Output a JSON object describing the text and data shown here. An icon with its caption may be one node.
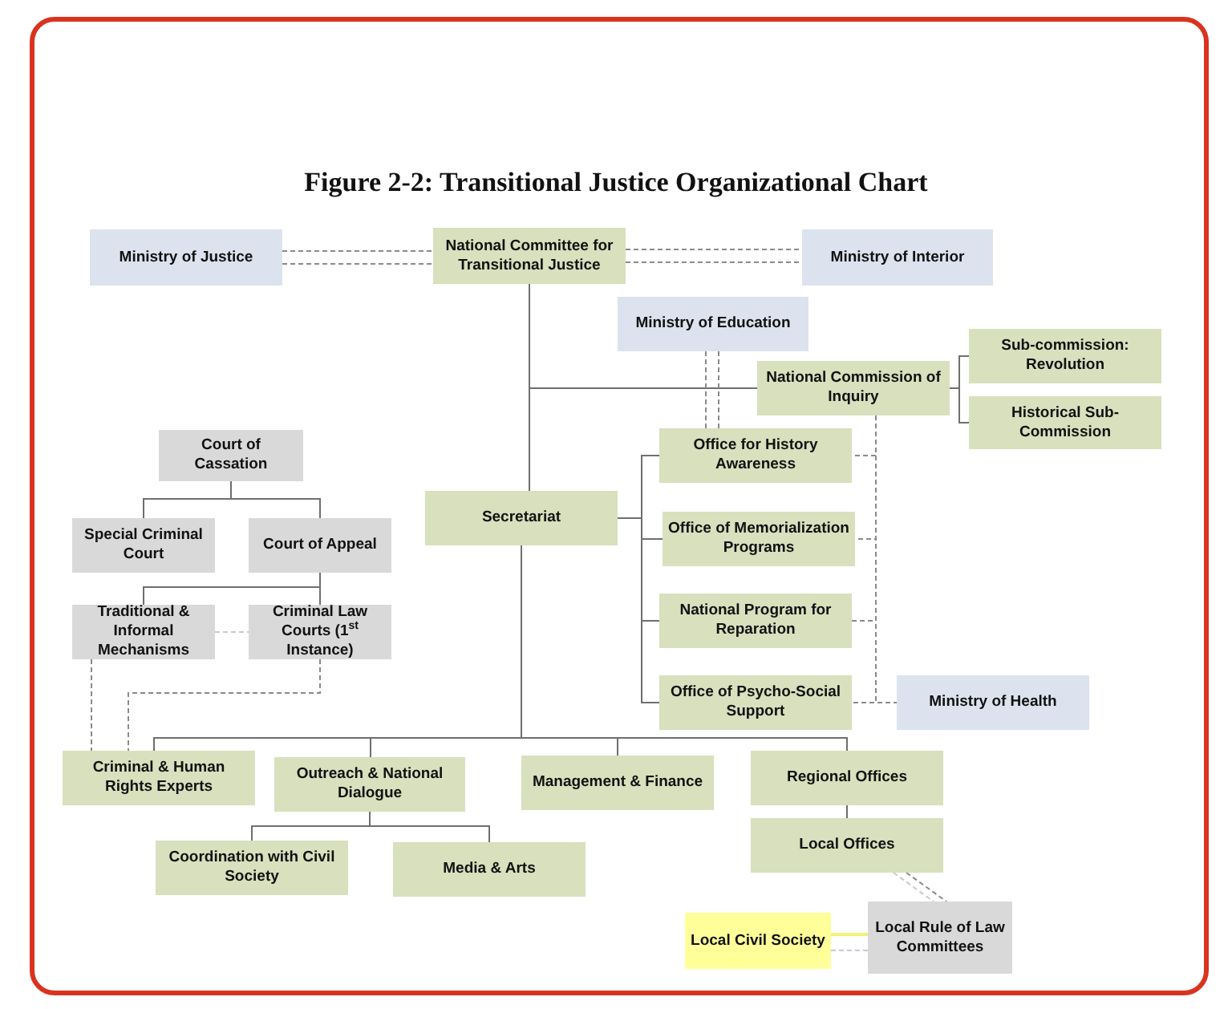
{
  "diagram": {
    "title": "Figure 2-2: Transitional Justice Organizational Chart",
    "nodes": [
      {
        "text": [
          "Ministry of Justice"
        ]
      },
      {
        "text": [
          "National Committee for Transitional Justice"
        ]
      },
      {
        "text": [
          "Ministry of Interior"
        ]
      },
      {
        "text": [
          "Ministry of Education"
        ]
      },
      {
        "text": [
          "National Commission of Inquiry"
        ]
      },
      {
        "text": [
          "Sub-commission: Revolution"
        ]
      },
      {
        "text": [
          "Historical Sub-Commission"
        ]
      },
      {
        "text": [
          "Court of Cassation"
        ]
      },
      {
        "text": [
          "Secretariat"
        ]
      },
      {
        "text": [
          "Office for History Awareness"
        ]
      },
      {
        "text": [
          "Special Criminal Court"
        ]
      },
      {
        "text": [
          "Court of Appeal"
        ]
      },
      {
        "text": [
          "Office of Memorialization Programs"
        ]
      },
      {
        "text": [
          "Traditional & Informal Mechanisms"
        ]
      },
      {
        "text": [
          "Criminal Law Courts (1$^{st}$ Instance)"
        ]
      },
      {
        "text": [
          "National Program for Reparation"
        ]
      },
      {
        "text": [
          "Office of Psycho-Social Support"
        ]
      },
      {
        "text": [
          "Ministry of Health"
        ]
      },
      {
        "text": [
          "Criminal & Human Rights Experts"
        ]
      },
      {
        "text": [
          "Outreach & National Dialogue"
        ]
      },
      {
        "text": [
          "Management & Finance"
        ]
      },
      {
        "text": [
          "Regional Offices"
        ]
      },
      {
        "text": [
          "Coordination with Civil Society"
        ]
      },
      {
        "text": [
          "Media & Arts"
        ]
      },
      {
        "text": [
          "Local Offices"
        ]
      },
      {
        "text": [
          "Local Civil Society"
        ]
      },
      {
        "text": [
          "Local Rule of Law Committees"
        ]
      }
    ],
    "edges": [
      {
        "from": 0,
        "to": 1,
        "arrow": "none",
        "style": "dashed"
      },
      {
        "from": 0,
        "to": 1,
        "arrow": "none",
        "style": "dashed"
      },
      {
        "from": 1,
        "to": 2,
        "arrow": "none",
        "style": "dashed"
      },
      {
        "from": 1,
        "to": 2,
        "arrow": "none",
        "style": "dashed"
      },
      {
        "from": 1,
        "to": 8,
        "arrow": "none"
      },
      {
        "from": 1,
        "to": 4,
        "arrow": "none"
      },
      {
        "from": 3,
        "to": 9,
        "arrow": "none",
        "style": "dashed"
      },
      {
        "from": 3,
        "to": 9,
        "arrow": "none",
        "style": "dashed"
      },
      {
        "from": 4,
        "to": 5,
        "arrow": "none"
      },
      {
        "from": 4,
        "to": 6,
        "arrow": "none"
      },
      {
        "from": 8,
        "to": 9,
        "arrow": "none"
      },
      {
        "from": 8,
        "to": 12,
        "arrow": "none"
      },
      {
        "from": 8,
        "to": 15,
        "arrow": "none"
      },
      {
        "from": 8,
        "to": 16,
        "arrow": "none"
      },
      {
        "from": 4,
        "to": 9,
        "arrow": "none",
        "style": "dashed"
      },
      {
        "from": 4,
        "to": 12,
        "arrow": "none",
        "style": "dashed"
      },
      {
        "from": 4,
        "to": 15,
        "arrow": "none",
        "style": "dashed"
      },
      {
        "from": 4,
        "to": 16,
        "arrow": "none",
        "style": "dashed"
      },
      {
        "from": 4,
        "to": 17,
        "arrow": "none",
        "style": "dashed"
      },
      {
        "from": 7,
        "to": 10,
        "arrow": "none"
      },
      {
        "from": 7,
        "to": 11,
        "arrow": "none"
      },
      {
        "from": 11,
        "to": 13,
        "arrow": "none"
      },
      {
        "from": 11,
        "to": 14,
        "arrow": "none"
      },
      {
        "from": 13,
        "to": 14,
        "arrow": "none",
        "style": "dashed",
        "color": "#c8c8c8"
      },
      {
        "from": 13,
        "to": 18,
        "arrow": "none",
        "style": "dashed"
      },
      {
        "from": 14,
        "to": 18,
        "arrow": "none",
        "style": "dashed"
      },
      {
        "from": 8,
        "to": 18,
        "arrow": "none"
      },
      {
        "from": 8,
        "to": 19,
        "arrow": "none"
      },
      {
        "from": 8,
        "to": 20,
        "arrow": "none"
      },
      {
        "from": 8,
        "to": 21,
        "arrow": "none"
      },
      {
        "from": 19,
        "to": 22,
        "arrow": "none"
      },
      {
        "from": 19,
        "to": 23,
        "arrow": "none"
      },
      {
        "from": 21,
        "to": 24,
        "arrow": "none"
      },
      {
        "from": 24,
        "to": 26,
        "arrow": "none",
        "style": "dashed"
      },
      {
        "from": 24,
        "to": 26,
        "arrow": "none",
        "style": "dashed",
        "color": "#c8c8c8"
      },
      {
        "from": 25,
        "to": 26,
        "arrow": "none",
        "color": "#f2f27a"
      },
      {
        "from": 25,
        "to": 26,
        "arrow": "none",
        "style": "dashed",
        "color": "#c8c8d8"
      }
    ]
  }
}
